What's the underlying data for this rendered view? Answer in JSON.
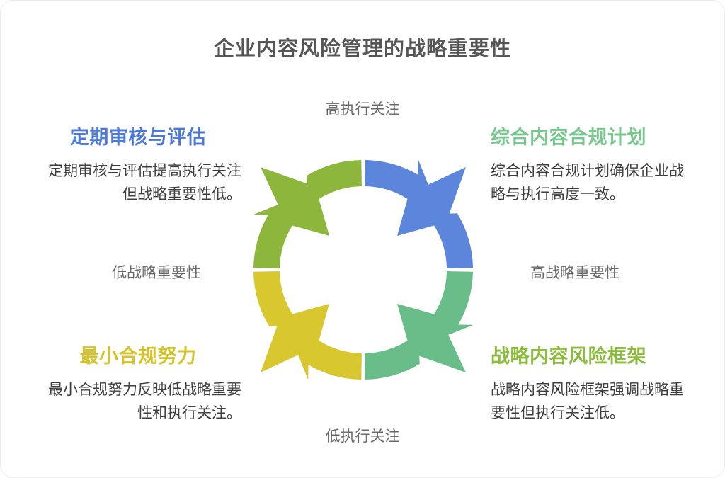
{
  "title": "企业内容风险管理的战略重要性",
  "axes": {
    "top": "高执行关注",
    "bottom": "低执行关注",
    "left": "低战略重要性",
    "right": "高战略重要性"
  },
  "quadrants": {
    "top_left": {
      "heading": "定期审核与评估",
      "body": "定期审核与评估提高执行关注但战略重要性低。",
      "heading_color": "#4d7ad6"
    },
    "top_right": {
      "heading": "综合内容合规计划",
      "body": "综合内容合规计划确保企业战略与执行高度一致。",
      "heading_color": "#79c78f"
    },
    "bottom_left": {
      "heading": "最小合规努力",
      "body": "最小合规努力反映低战略重要性和执行关注。",
      "heading_color": "#d5c32a"
    },
    "bottom_right": {
      "heading": "战略内容风险框架",
      "body": "战略内容风险框架强调战略重要性但执行关注低。",
      "heading_color": "#8cbc3e"
    }
  },
  "wheel": {
    "description": "four-segment circular cycle arrows",
    "segments": [
      {
        "name": "top-right",
        "color": "#5c85dc"
      },
      {
        "name": "bottom-right",
        "color": "#69bd89"
      },
      {
        "name": "bottom-left",
        "color": "#d8c72e"
      },
      {
        "name": "top-left",
        "color": "#8db63d"
      }
    ]
  },
  "text_colors": {
    "title": "#565656",
    "axis": "#6a6a6a",
    "body": "#3e3e3e"
  }
}
